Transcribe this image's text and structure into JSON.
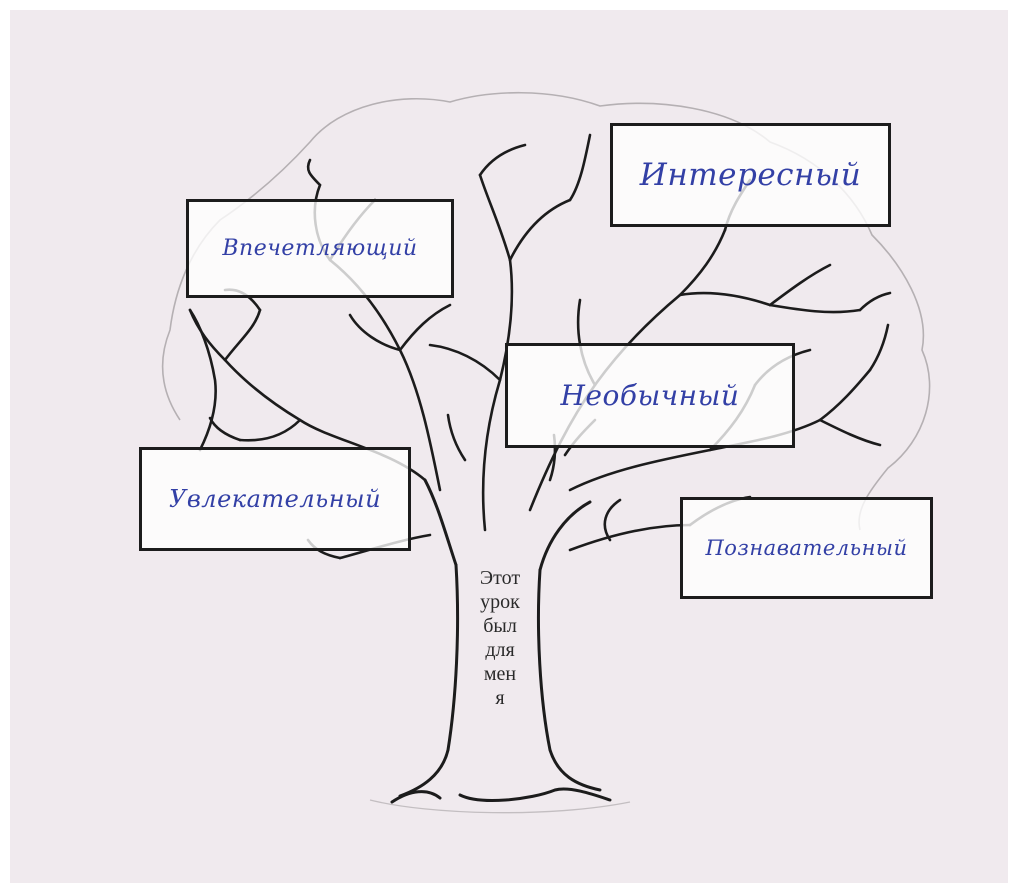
{
  "worksheet": {
    "trunk_text_lines": [
      "Этот",
      "урок",
      "был",
      "для",
      "мен",
      "я"
    ],
    "word_cards": [
      {
        "text": "Интересный"
      },
      {
        "text": "Впечетляющий"
      },
      {
        "text": "Необычный"
      },
      {
        "text": "Увлекательный"
      },
      {
        "text": "Познавательный"
      }
    ],
    "colors": {
      "paper": "#f0eaee",
      "ink_outline": "#1c1c1c",
      "handwriting": "#3340a6",
      "crown_pencil": "#b5b0b3"
    }
  }
}
